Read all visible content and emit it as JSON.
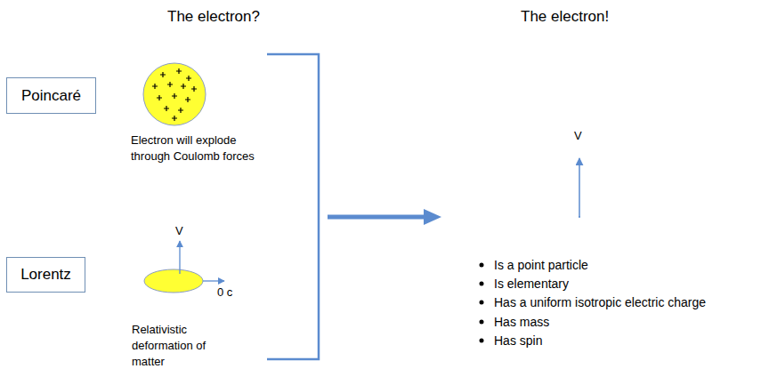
{
  "diagram": {
    "nodes": [
      {
        "text": [
          "Poincaré"
        ]
      },
      {
        "text": [
          "Lorentz"
        ]
      }
    ],
    "labels": [
      "The electron?",
      "The electron!",
      "Electron will explode through Coulomb forces",
      "V",
      "0 c",
      "Relativistic deformation of matter",
      "V",
      "Is a point particle",
      "Is elementary",
      "Has a uniform isotropic electric charge",
      "Has mass",
      "Has spin"
    ]
  }
}
